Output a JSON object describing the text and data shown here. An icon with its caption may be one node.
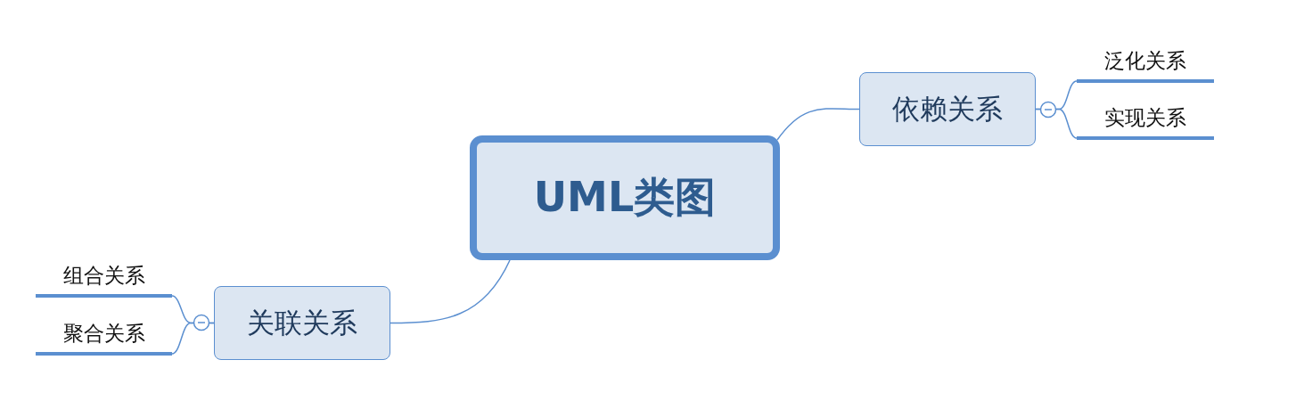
{
  "diagram": {
    "nodes": [
      {
        "text": [
          "UML类图"
        ]
      },
      {
        "text": [
          "依赖关系"
        ]
      },
      {
        "text": [
          "泛化关系"
        ]
      },
      {
        "text": [
          "实现关系"
        ]
      },
      {
        "text": [
          "关联关系"
        ]
      },
      {
        "text": [
          "组合关系"
        ]
      },
      {
        "text": [
          "聚合关系"
        ]
      }
    ],
    "edges": [
      {
        "from": 0,
        "to": 1,
        "arrow": "none"
      },
      {
        "from": 1,
        "to": 2,
        "arrow": "none"
      },
      {
        "from": 1,
        "to": 3,
        "arrow": "none"
      },
      {
        "from": 0,
        "to": 4,
        "arrow": "none"
      },
      {
        "from": 4,
        "to": 5,
        "arrow": "none"
      },
      {
        "from": 4,
        "to": 6,
        "arrow": "none"
      }
    ]
  }
}
